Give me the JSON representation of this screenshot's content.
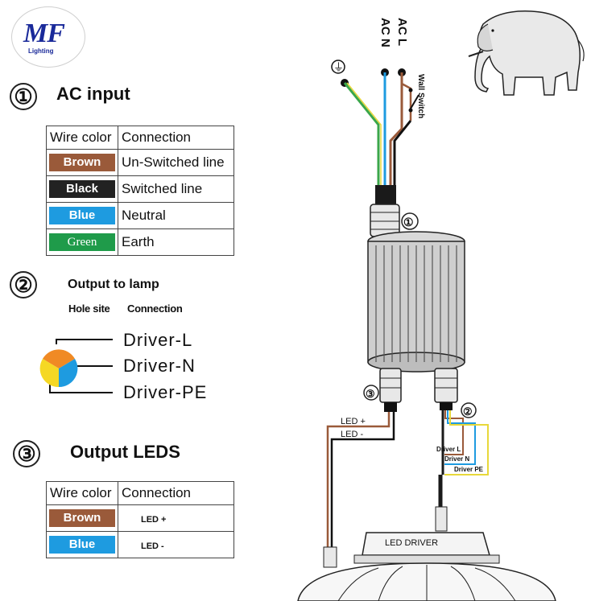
{
  "logo": {
    "mark": "MF",
    "subtitle": "Lighting"
  },
  "section1": {
    "number": "①",
    "title": "AC input",
    "table": {
      "headers": [
        "Wire color",
        "Connection"
      ],
      "rows": [
        {
          "color_name": "Brown",
          "color": "#9a5a3a",
          "connection": "Un-Switched line"
        },
        {
          "color_name": "Black",
          "color": "#222222",
          "connection": "Switched line"
        },
        {
          "color_name": "Blue",
          "color": "#1e9be0",
          "connection": "Neutral"
        },
        {
          "color_name": "Green",
          "color": "#1f9b4a",
          "connection": "Earth"
        }
      ]
    }
  },
  "section2": {
    "number": "②",
    "title": "Output to lamp",
    "sub_headers": [
      "Hole site",
      "Connection"
    ],
    "pie_colors": [
      "#f08a24",
      "#1e9be0",
      "#f5d824"
    ],
    "labels": [
      "Driver-L",
      "Driver-N",
      "Driver-PE"
    ]
  },
  "section3": {
    "number": "③",
    "title": "Output LEDS",
    "table": {
      "headers": [
        "Wire color",
        "Connection"
      ],
      "rows": [
        {
          "color_name": "Brown",
          "color": "#9a5a3a",
          "connection": "LED +"
        },
        {
          "color_name": "Blue",
          "color": "#1e9be0",
          "connection": "LED -"
        }
      ]
    }
  },
  "wiring": {
    "ac_l": "AC L",
    "ac_n": "AC N",
    "wall_switch": "Wall Switch",
    "ground_symbol": "⏚",
    "callout_1": "①",
    "callout_2": "②",
    "callout_3": "③",
    "led_plus": "LED +",
    "led_minus": "LED -",
    "driver_l": "Driver L",
    "driver_n": "Driver N",
    "driver_pe": "Driver PE",
    "led_driver": "LED DRIVER",
    "colors": {
      "brown": "#9a5a3a",
      "blue": "#1e9be0",
      "green": "#3aa64a",
      "yellow": "#e8d83a",
      "black": "#111111"
    }
  }
}
